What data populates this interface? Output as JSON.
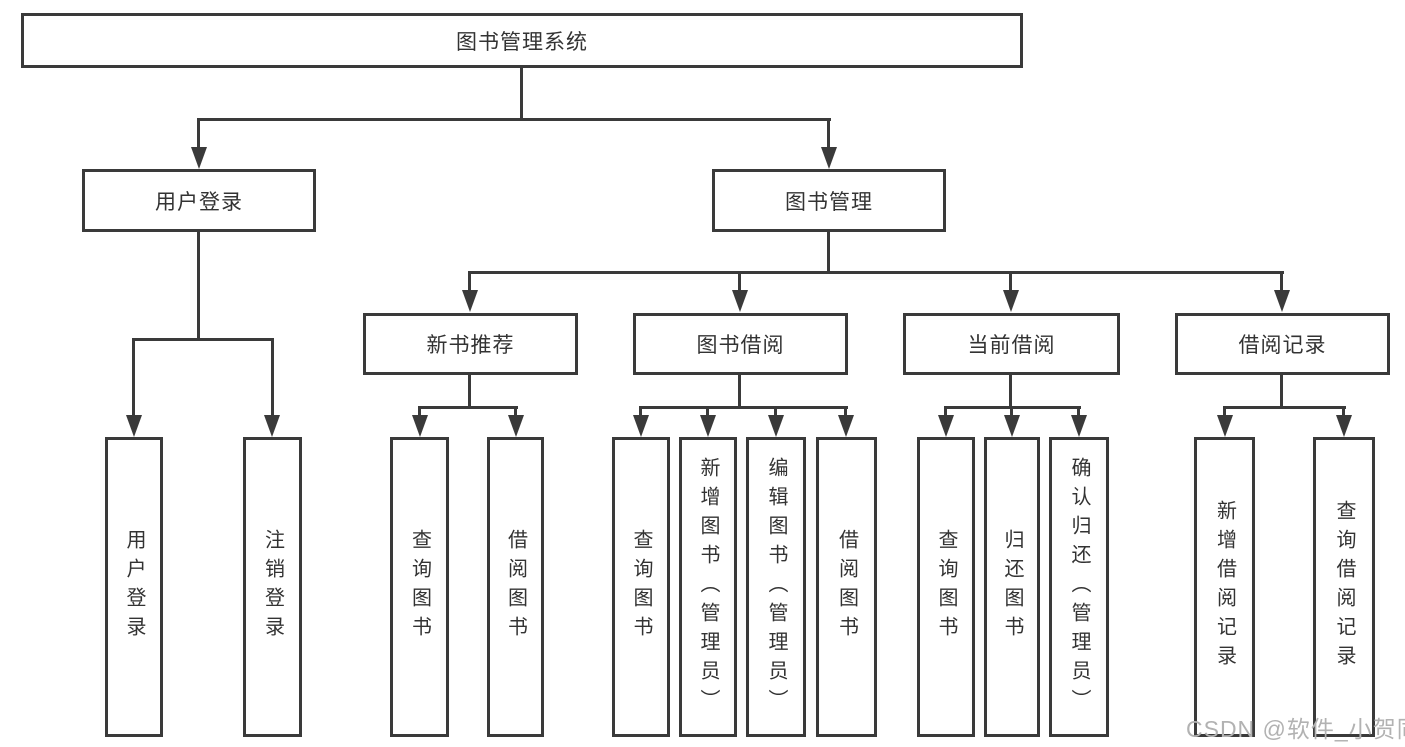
{
  "colors": {
    "background": "#ffffff",
    "line": "#3a3a3a",
    "box_border": "#3a3a3a",
    "text": "#333333",
    "watermark": "#b2b2b2"
  },
  "tree": {
    "root": "图书管理系统",
    "branches": [
      {
        "label": "用户登录",
        "children": [
          "用户登录",
          "注销登录"
        ]
      },
      {
        "label": "图书管理",
        "groups": [
          {
            "label": "新书推荐",
            "children": [
              "查询图书",
              "借阅图书"
            ]
          },
          {
            "label": "图书借阅",
            "children": [
              "查询图书",
              "新增图书（管理员）",
              "编辑图书（管理员）",
              "借阅图书"
            ]
          },
          {
            "label": "当前借阅",
            "children": [
              "查询图书",
              "归还图书",
              "确认归还（管理员）"
            ]
          },
          {
            "label": "借阅记录",
            "children": [
              "新增借阅记录",
              "查询借阅记录"
            ]
          }
        ]
      }
    ]
  },
  "watermark": {
    "text": "CSDN @软件_小贺同学"
  }
}
